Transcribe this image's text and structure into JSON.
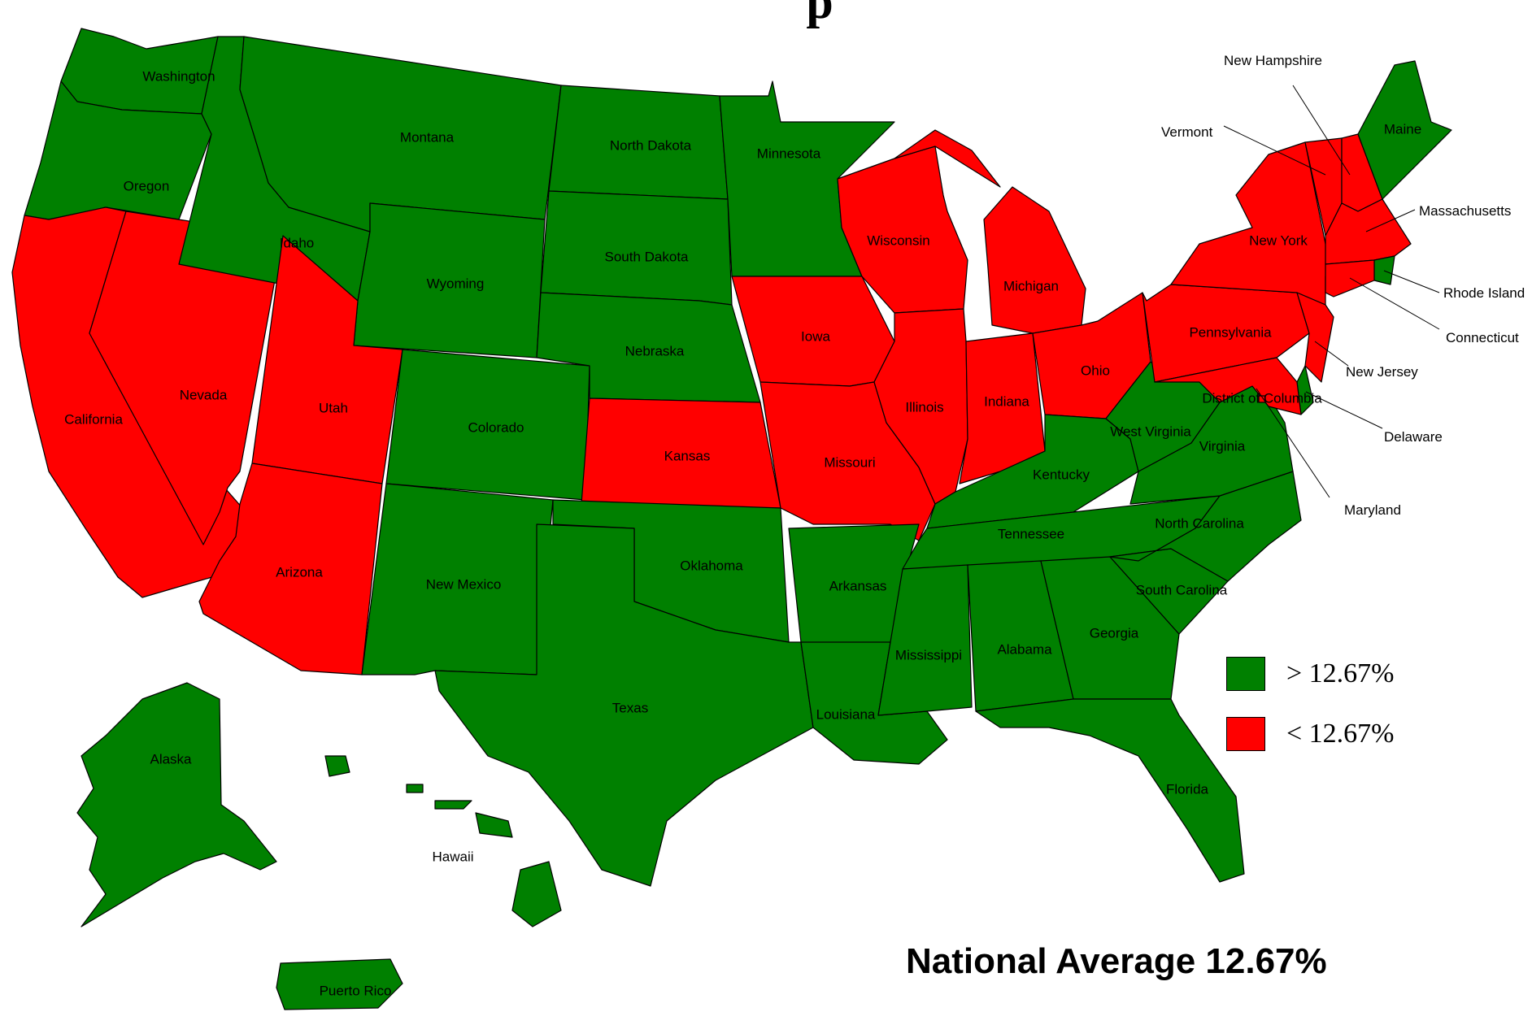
{
  "title_fragment": "p",
  "colors": {
    "above": "#008000",
    "below": "#ff0000",
    "border": "#000000"
  },
  "legend": [
    {
      "key": "above",
      "label": "> 12.67%"
    },
    {
      "key": "below",
      "label": "< 12.67%"
    }
  ],
  "national_average": "National Average 12.67%",
  "states": [
    {
      "id": "washington",
      "name": "Washington",
      "cls": "above"
    },
    {
      "id": "oregon",
      "name": "Oregon",
      "cls": "above"
    },
    {
      "id": "california",
      "name": "California",
      "cls": "below"
    },
    {
      "id": "nevada",
      "name": "Nevada",
      "cls": "below"
    },
    {
      "id": "idaho",
      "name": "Idaho",
      "cls": "above"
    },
    {
      "id": "montana",
      "name": "Montana",
      "cls": "above"
    },
    {
      "id": "wyoming",
      "name": "Wyoming",
      "cls": "above"
    },
    {
      "id": "utah",
      "name": "Utah",
      "cls": "below"
    },
    {
      "id": "arizona",
      "name": "Arizona",
      "cls": "below"
    },
    {
      "id": "colorado",
      "name": "Colorado",
      "cls": "above"
    },
    {
      "id": "new-mexico",
      "name": "New Mexico",
      "cls": "above"
    },
    {
      "id": "north-dakota",
      "name": "North Dakota",
      "cls": "above"
    },
    {
      "id": "south-dakota",
      "name": "South Dakota",
      "cls": "above"
    },
    {
      "id": "nebraska",
      "name": "Nebraska",
      "cls": "above"
    },
    {
      "id": "kansas",
      "name": "Kansas",
      "cls": "below"
    },
    {
      "id": "oklahoma",
      "name": "Oklahoma",
      "cls": "above"
    },
    {
      "id": "texas",
      "name": "Texas",
      "cls": "above"
    },
    {
      "id": "minnesota",
      "name": "Minnesota",
      "cls": "above"
    },
    {
      "id": "iowa",
      "name": "Iowa",
      "cls": "below"
    },
    {
      "id": "missouri",
      "name": "Missouri",
      "cls": "below"
    },
    {
      "id": "arkansas",
      "name": "Arkansas",
      "cls": "above"
    },
    {
      "id": "louisiana",
      "name": "Louisiana",
      "cls": "above"
    },
    {
      "id": "wisconsin",
      "name": "Wisconsin",
      "cls": "below"
    },
    {
      "id": "illinois",
      "name": "Illinois",
      "cls": "below"
    },
    {
      "id": "michigan",
      "name": "Michigan",
      "cls": "below"
    },
    {
      "id": "indiana",
      "name": "Indiana",
      "cls": "below"
    },
    {
      "id": "ohio",
      "name": "Ohio",
      "cls": "below"
    },
    {
      "id": "kentucky",
      "name": "Kentucky",
      "cls": "above"
    },
    {
      "id": "tennessee",
      "name": "Tennessee",
      "cls": "above"
    },
    {
      "id": "mississippi",
      "name": "Mississippi",
      "cls": "above"
    },
    {
      "id": "alabama",
      "name": "Alabama",
      "cls": "above"
    },
    {
      "id": "georgia",
      "name": "Georgia",
      "cls": "above"
    },
    {
      "id": "florida",
      "name": "Florida",
      "cls": "above"
    },
    {
      "id": "south-carolina",
      "name": "South Carolina",
      "cls": "above"
    },
    {
      "id": "north-carolina",
      "name": "North Carolina",
      "cls": "above"
    },
    {
      "id": "virginia",
      "name": "Virginia",
      "cls": "above"
    },
    {
      "id": "west-virginia",
      "name": "West Virginia",
      "cls": "above"
    },
    {
      "id": "pennsylvania",
      "name": "Pennsylvania",
      "cls": "below"
    },
    {
      "id": "new-york",
      "name": "New York",
      "cls": "below"
    },
    {
      "id": "vermont",
      "name": "Vermont",
      "cls": "below"
    },
    {
      "id": "new-hampshire",
      "name": "New Hampshire",
      "cls": "below"
    },
    {
      "id": "maine",
      "name": "Maine",
      "cls": "above"
    },
    {
      "id": "massachusetts",
      "name": "Massachusetts",
      "cls": "below"
    },
    {
      "id": "rhode-island",
      "name": "Rhode Island",
      "cls": "above"
    },
    {
      "id": "connecticut",
      "name": "Connecticut",
      "cls": "below"
    },
    {
      "id": "new-jersey",
      "name": "New Jersey",
      "cls": "below"
    },
    {
      "id": "delaware",
      "name": "Delaware",
      "cls": "above"
    },
    {
      "id": "maryland",
      "name": "Maryland",
      "cls": "below"
    },
    {
      "id": "district-of-columbia",
      "name": "District of Columbia",
      "cls": "below"
    },
    {
      "id": "alaska",
      "name": "Alaska",
      "cls": "above"
    },
    {
      "id": "hawaii",
      "name": "Hawaii",
      "cls": "above"
    },
    {
      "id": "puerto-rico",
      "name": "Puerto Rico",
      "cls": "above"
    }
  ]
}
